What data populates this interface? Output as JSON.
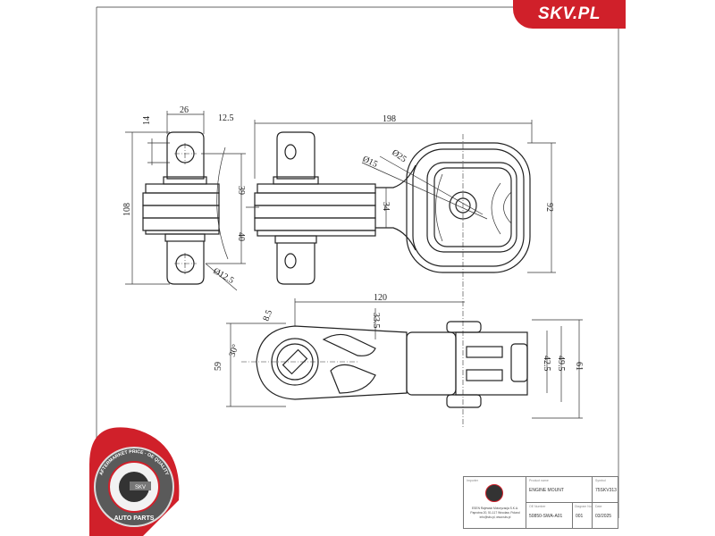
{
  "brand": {
    "logo_text": "SKV.PL",
    "accent_color": "#d0202a"
  },
  "badge": {
    "ring_text": "AFTERMARKET PRICE · OE QUALITY",
    "center_text": "SKV",
    "bottom_text": "AUTO PARTS"
  },
  "drawing": {
    "dimensions": [
      "14",
      "26",
      "12.5",
      "198",
      "108",
      "39",
      "40",
      "Ø12.5",
      "Ø15",
      "Ø25",
      "34",
      "92",
      "120",
      "8.5",
      "33.5",
      "30°",
      "59",
      "42.5",
      "49.5",
      "61"
    ]
  },
  "title_block": {
    "importer_label": "Importer",
    "importer_lines": [
      "ESEN Rajewski Motoryzacja S.K.A.",
      "Paprotna 20, 51-117 Wrocław, Poland",
      "info@skv.pl, www.skv.pl"
    ],
    "product_name_label": "Product name",
    "product_name": "ENGINE MOUNT",
    "symbol_label": "Symbol",
    "symbol": "75SKV313",
    "oe_label": "OE Number",
    "oe_number": "50850-SWA-A01",
    "diagram_label": "Diagram No",
    "diagram_no": "001",
    "date_label": "Date",
    "date": "03/2025"
  }
}
